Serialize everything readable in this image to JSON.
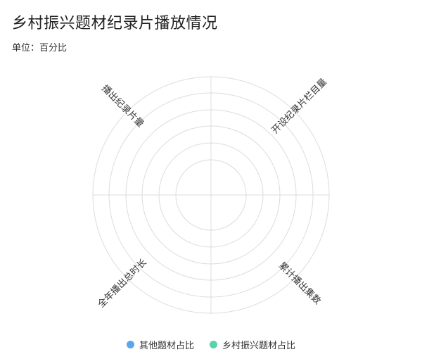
{
  "chart_data": {
    "type": "radar",
    "title": "乡村振兴题材纪录片播放情况",
    "subtitle": "单位：百分比",
    "indicators": [
      "播出纪录片量",
      "开设纪录片栏目量",
      "累计播出集数",
      "全年播出总时长"
    ],
    "series": [
      {
        "name": "其他题材占比",
        "color": "#5aa6ee",
        "values": []
      },
      {
        "name": "乡村振兴题材占比",
        "color": "#5ad1ac",
        "values": []
      }
    ],
    "grid": true,
    "legend_position": "bottom"
  }
}
